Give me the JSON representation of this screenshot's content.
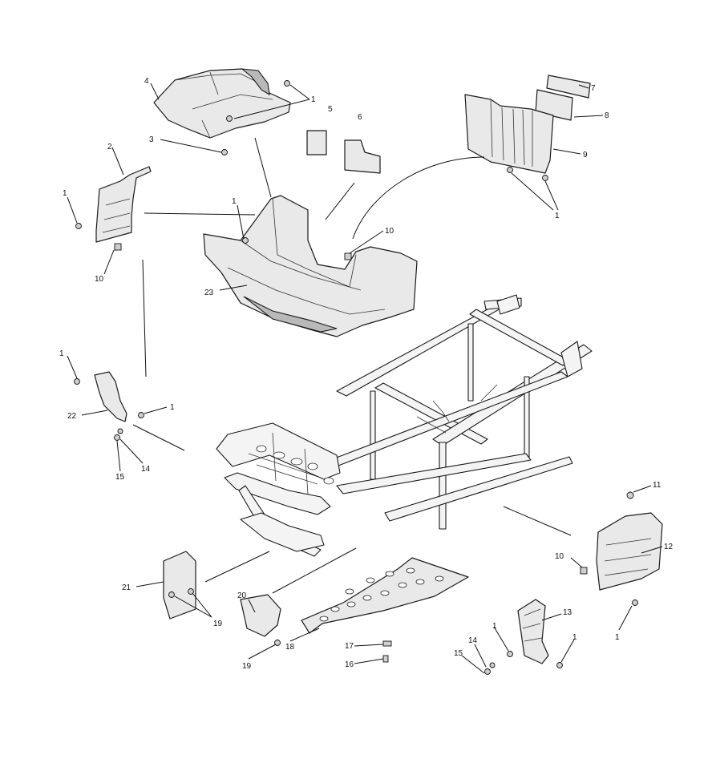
{
  "callouts": [
    {
      "id": "c4",
      "text": "4"
    },
    {
      "id": "c1a",
      "text": "1"
    },
    {
      "id": "c5",
      "text": "5"
    },
    {
      "id": "c6",
      "text": "6"
    },
    {
      "id": "c7",
      "text": "7"
    },
    {
      "id": "c8",
      "text": "8"
    },
    {
      "id": "c9",
      "text": "9"
    },
    {
      "id": "c3",
      "text": "3"
    },
    {
      "id": "c2",
      "text": "2"
    },
    {
      "id": "c1b",
      "text": "1"
    },
    {
      "id": "c1c",
      "text": "1"
    },
    {
      "id": "c1d",
      "text": "1"
    },
    {
      "id": "c10a",
      "text": "10"
    },
    {
      "id": "c10b",
      "text": "10"
    },
    {
      "id": "c23",
      "text": "23"
    },
    {
      "id": "c1e",
      "text": "1"
    },
    {
      "id": "c1f",
      "text": "1"
    },
    {
      "id": "c22",
      "text": "22"
    },
    {
      "id": "c14a",
      "text": "14"
    },
    {
      "id": "c15a",
      "text": "15"
    },
    {
      "id": "c11",
      "text": "11"
    },
    {
      "id": "c12",
      "text": "12"
    },
    {
      "id": "c10c",
      "text": "10"
    },
    {
      "id": "c1g",
      "text": "1"
    },
    {
      "id": "c13",
      "text": "13"
    },
    {
      "id": "c21",
      "text": "21"
    },
    {
      "id": "c19a",
      "text": "19"
    },
    {
      "id": "c20",
      "text": "20"
    },
    {
      "id": "c19b",
      "text": "19"
    },
    {
      "id": "c18",
      "text": "18"
    },
    {
      "id": "c17",
      "text": "17"
    },
    {
      "id": "c16",
      "text": "16"
    },
    {
      "id": "c14b",
      "text": "14"
    },
    {
      "id": "c15b",
      "text": "15"
    },
    {
      "id": "c1h",
      "text": "1"
    },
    {
      "id": "c1i",
      "text": "1"
    }
  ],
  "parts": [
    {
      "name": "rear-storage-cover",
      "icon": "fender-panel"
    },
    {
      "name": "decal-5",
      "icon": "decal"
    },
    {
      "name": "decal-6",
      "icon": "decal"
    },
    {
      "name": "decal-7",
      "icon": "decal"
    },
    {
      "name": "decal-8",
      "icon": "decal"
    },
    {
      "name": "rear-panel-9",
      "icon": "panel"
    },
    {
      "name": "side-panel-2",
      "icon": "panel"
    },
    {
      "name": "floor-tub-23",
      "icon": "floor-pan"
    },
    {
      "name": "bracket-22",
      "icon": "bracket"
    },
    {
      "name": "main-frame",
      "icon": "chassis-frame"
    },
    {
      "name": "side-panel-12",
      "icon": "panel"
    },
    {
      "name": "bracket-13",
      "icon": "bracket"
    },
    {
      "name": "skid-plate-18",
      "icon": "skid-plate"
    },
    {
      "name": "plate-20",
      "icon": "plate"
    },
    {
      "name": "plate-21",
      "icon": "plate"
    }
  ]
}
